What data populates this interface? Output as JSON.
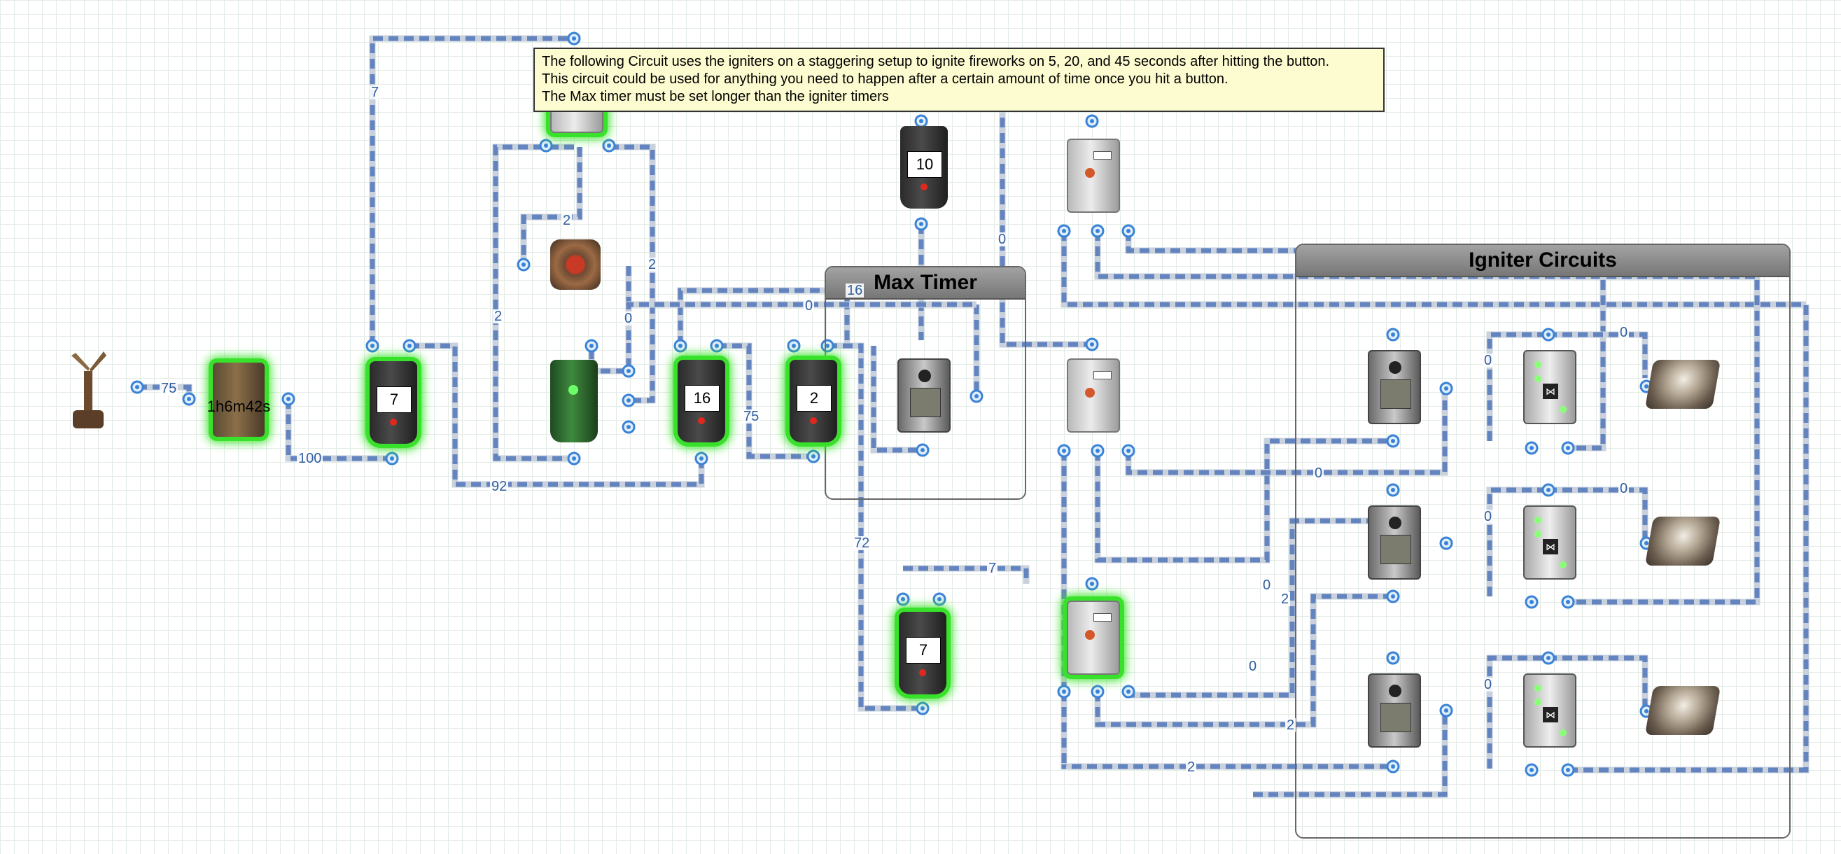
{
  "note": {
    "lines": [
      "The following Circuit uses the igniters on a staggering setup to ignite fireworks on 5, 20, and 45 seconds after hitting the button.",
      "This circuit could be used for anything you need to happen after a certain amount of time once you hit a button.",
      "The Max timer must be set longer than the igniter timers"
    ]
  },
  "groups": {
    "max_timer": "Max Timer",
    "igniter_circuits": "Igniter Circuits"
  },
  "components": {
    "smart_battery": {
      "label": "1h6m42s"
    },
    "timer_a": {
      "display": "7"
    },
    "timer_b": {
      "display": "16"
    },
    "timer_c": {
      "display": "2"
    },
    "timer_top": {
      "display": "10"
    },
    "timer_bottom": {
      "display": "7"
    }
  },
  "wire_labels": [
    "75",
    "100",
    "92",
    "7",
    "2",
    "2",
    "2",
    "0",
    "75",
    "72",
    "16",
    "0",
    "0",
    "7",
    "0",
    "0",
    "0",
    "0",
    "0",
    "0",
    "2",
    "0",
    "2",
    "0",
    "2"
  ],
  "colors": {
    "wire": "#6484c0",
    "wire_alt": "#c9d2dc",
    "glow": "#39e22a",
    "port": "#3a82d6",
    "note_bg": "#fdfbd0"
  },
  "icons": [
    "windmill-icon",
    "battery-icon",
    "timer-icon",
    "splitter-icon",
    "button-icon",
    "switch-panel-icon",
    "igniter-icon",
    "gate-icon"
  ]
}
